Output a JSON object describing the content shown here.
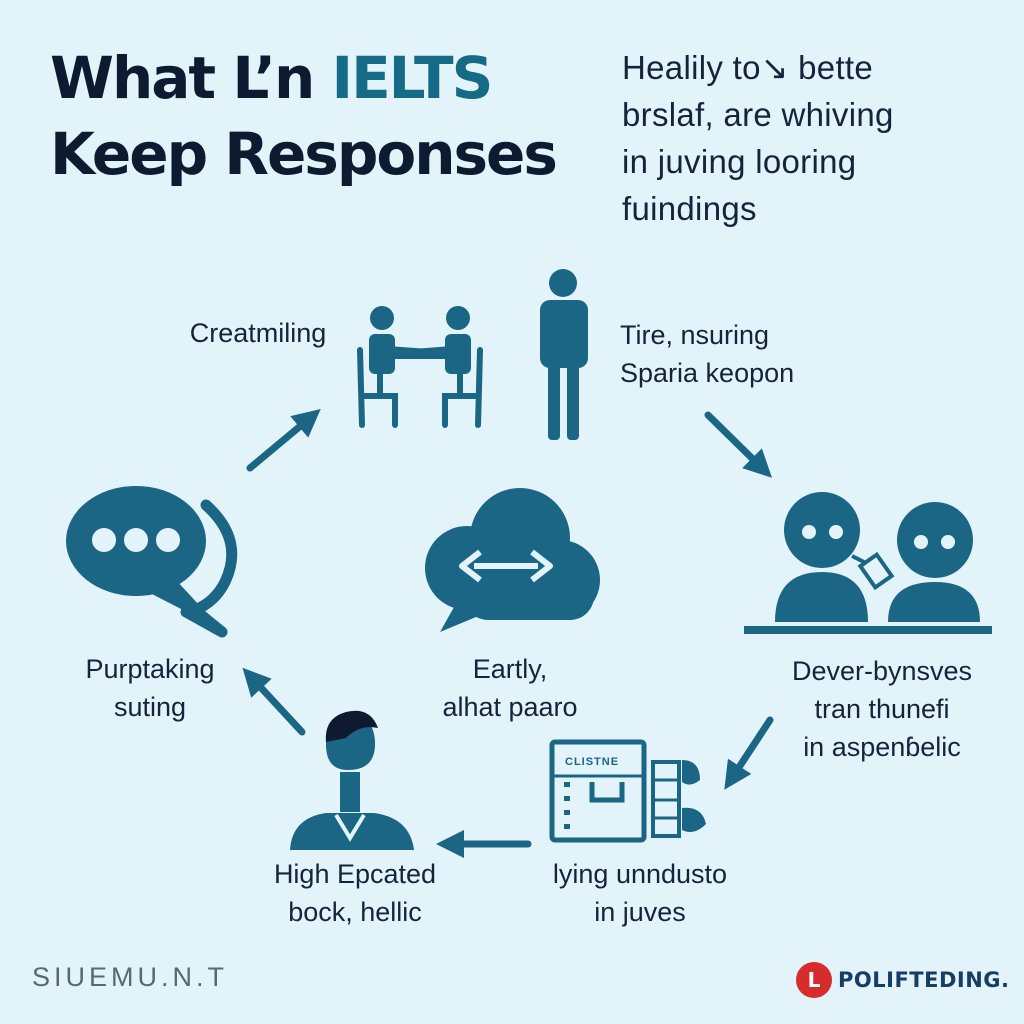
{
  "title": {
    "line1_part1": "What L’n",
    "line1_accent": "IELTS",
    "line2": "Keep Responses"
  },
  "intro": [
    "Healily to↘ bette",
    "brslaf, are whiving",
    "in juving looring",
    "fuindings"
  ],
  "nodes": {
    "top_left": [
      "Creatmiling"
    ],
    "top_right": [
      "Tire, nsuring",
      "Sparia keopon"
    ],
    "center": [
      "Eartly,",
      "alhat paaro"
    ],
    "left": [
      "Purptaking",
      "suting"
    ],
    "right": [
      "Dever-bynsves",
      "tran thunefi",
      "in aspenɓelic"
    ],
    "bottom_left": [
      "High Epcated",
      "bock, hellic"
    ],
    "bottom_right": [
      "lying unndusto",
      "in juves"
    ]
  },
  "document_icon_text": "CLISTNE",
  "footer": {
    "left": "SIUEMU.N.T",
    "brand_mark": "L",
    "brand_name": "POLIFTEDING."
  },
  "colors": {
    "background": "#e2f3fa",
    "icon": "#1b6585",
    "accent": "#156a86",
    "brand": "#d62c2c"
  }
}
